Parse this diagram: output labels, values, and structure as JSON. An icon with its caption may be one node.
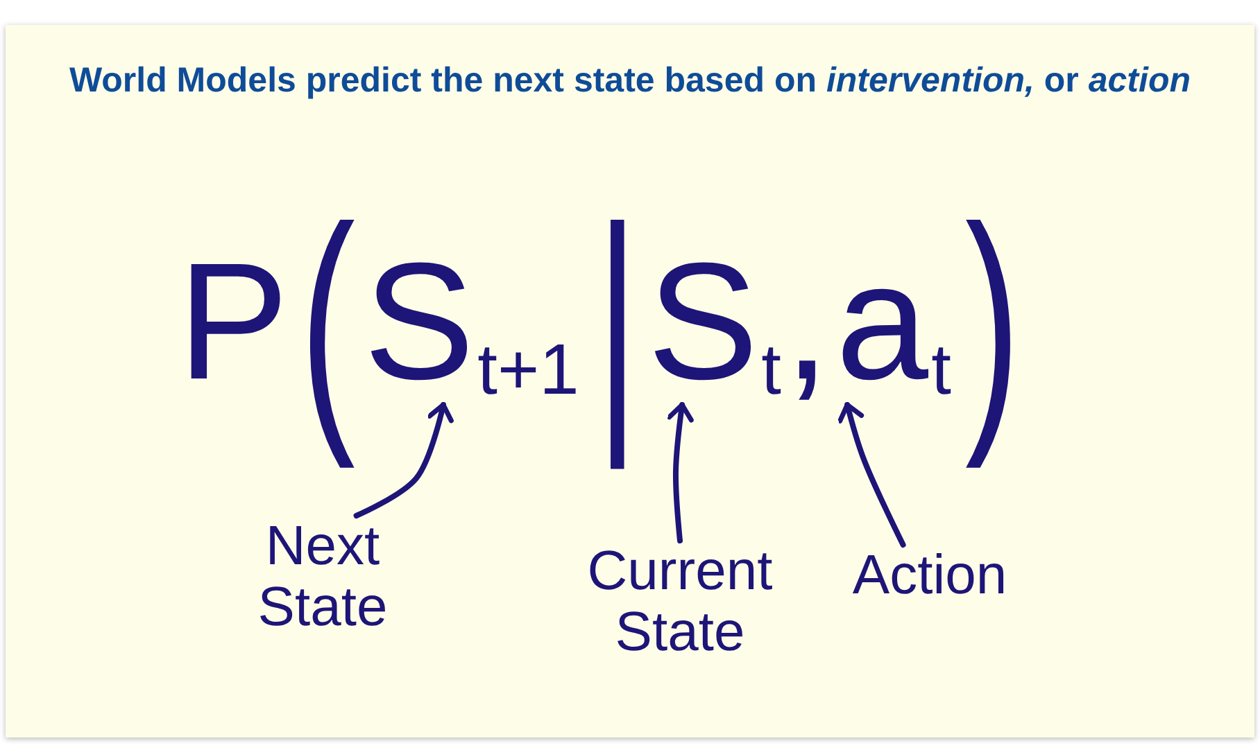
{
  "diagram": {
    "title": "World Models predict the next state based on *intervention,* or *action*",
    "nodes": [
      {
        "text": [
          "S$_{t+1}$"
        ]
      },
      {
        "text": [
          "S$_{t}$"
        ]
      },
      {
        "text": [
          "a$_{t}$"
        ]
      },
      {
        "text": [
          "Next State"
        ]
      },
      {
        "text": [
          "Current State"
        ]
      },
      {
        "text": [
          "Action"
        ]
      }
    ],
    "edges": [
      {
        "from": 3,
        "to": 0,
        "arrow": "to"
      },
      {
        "from": 4,
        "to": 1,
        "arrow": "to"
      },
      {
        "from": 5,
        "to": 2,
        "arrow": "to"
      }
    ],
    "labels": [
      "P",
      "(",
      "|",
      ",",
      ")"
    ]
  }
}
